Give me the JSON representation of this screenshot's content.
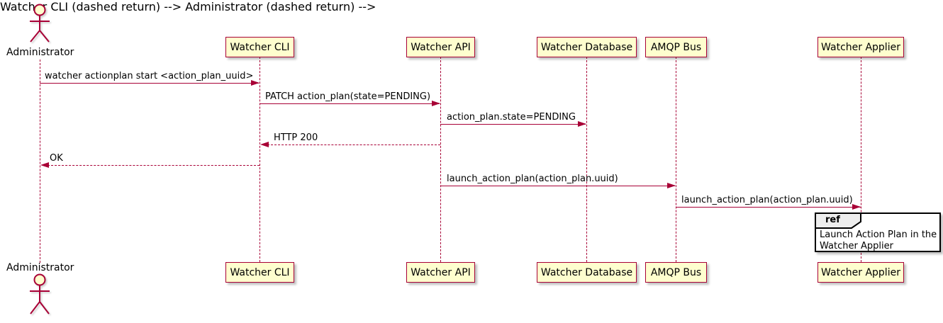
{
  "diagram": {
    "type": "sequence",
    "colors": {
      "participant_fill": "#FEFECE",
      "participant_border": "#A80036",
      "lifeline": "#A80036",
      "arrow": "#A80036",
      "text": "#000000",
      "ref_header_fill": "#EEEEEE",
      "ref_border": "#000000"
    },
    "actor": {
      "name": "Administrator"
    },
    "participants": [
      {
        "name": "Watcher CLI"
      },
      {
        "name": "Watcher API"
      },
      {
        "name": "Watcher Database"
      },
      {
        "name": "AMQP Bus"
      },
      {
        "name": "Watcher Applier"
      }
    ],
    "messages": [
      {
        "from": "Administrator",
        "to": "Watcher CLI",
        "label": "watcher actionplan start <action_plan_uuid>",
        "style": "solid",
        "direction": "right"
      },
      {
        "from": "Watcher CLI",
        "to": "Watcher API",
        "label": "PATCH action_plan(state=PENDING)",
        "style": "solid",
        "direction": "right"
      },
      {
        "from": "Watcher API",
        "to": "Watcher Database",
        "label": "action_plan.state=PENDING",
        "style": "solid",
        "direction": "right"
      },
      {
        "from": "Watcher API",
        "to": "Watcher CLI",
        "label": "HTTP 200",
        "style": "dashed",
        "direction": "left"
      },
      {
        "from": "Watcher CLI",
        "to": "Administrator",
        "label": "OK",
        "style": "dashed",
        "direction": "left"
      },
      {
        "from": "Watcher API",
        "to": "AMQP Bus",
        "label": "launch_action_plan(action_plan.uuid)",
        "style": "solid",
        "direction": "right"
      },
      {
        "from": "AMQP Bus",
        "to": "Watcher Applier",
        "label": "launch_action_plan(action_plan.uuid)",
        "style": "solid",
        "direction": "right"
      }
    ],
    "ref": {
      "keyword": "ref",
      "text": "Launch Action Plan in the Watcher Applier",
      "over": "Watcher Applier"
    }
  }
}
